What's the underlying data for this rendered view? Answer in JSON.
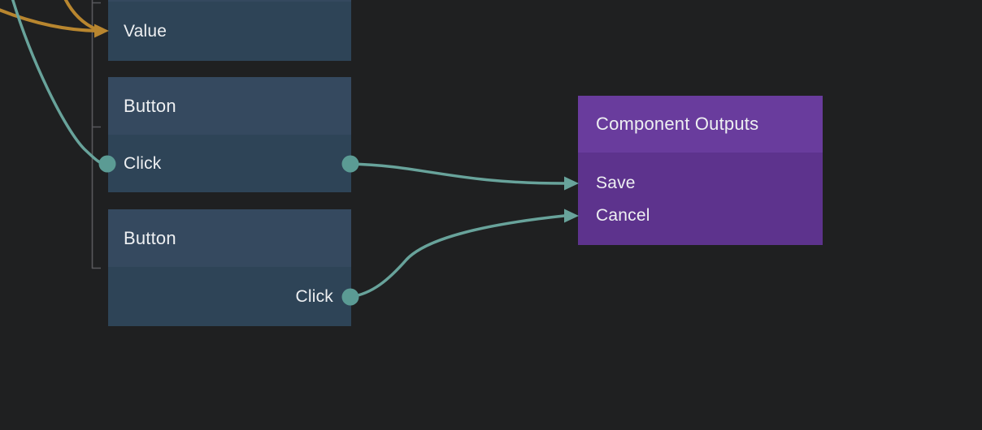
{
  "palette": {
    "background": "#1f2021",
    "blue_header": "#35495f",
    "blue_body": "#2e4457",
    "purple_header": "#693c9d",
    "purple_body": "#5d338d",
    "teal_edge": "#68a39b",
    "teal_port": "#5b9b94",
    "orange_edge": "#b8862f",
    "guide_gray": "#58585c",
    "text_color": "#eef0f2"
  },
  "nodes": {
    "value": {
      "row_label": "Value"
    },
    "button_top": {
      "title": "Button",
      "row_label": "Click"
    },
    "button_bottom": {
      "title": "Button",
      "row_label": "Click"
    },
    "component_outputs": {
      "title": "Component Outputs",
      "rows": [
        "Save",
        "Cancel"
      ]
    }
  }
}
